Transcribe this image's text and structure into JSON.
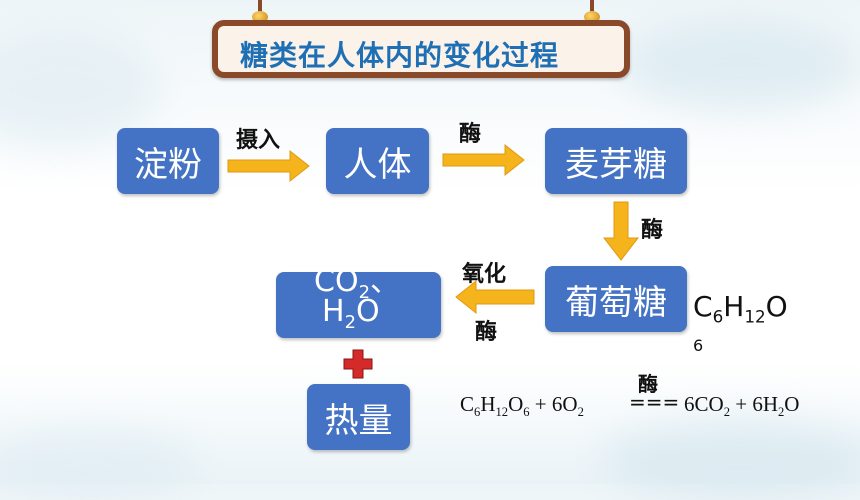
{
  "title": "糖类在人体内的变化过程",
  "nodes": {
    "starch": "淀粉",
    "body": "人体",
    "maltose": "麦芽糖",
    "glucose": "葡萄糖",
    "heat": "热量"
  },
  "products": {
    "co2": "CO2、",
    "h2o": "H2O"
  },
  "edge_labels": {
    "intake": "摄入",
    "enzyme1": "酶",
    "enzyme2": "酶",
    "oxidation": "氧化",
    "enzyme3": "酶"
  },
  "glucose_formula": {
    "main": "C6H12O",
    "tail": "6"
  },
  "equation": {
    "enzyme": "酶",
    "sign": "===",
    "lhs": "C6H12O6 + 6O2",
    "rhs": "6CO2 + 6H2O"
  },
  "colors": {
    "node": "#4472c4",
    "arrow": "#f5b31c",
    "plus": "#d42a2a",
    "title": "#1f6fb5",
    "board": "#8a4a2a"
  },
  "icons": {
    "plus": "red-plus-icon"
  }
}
